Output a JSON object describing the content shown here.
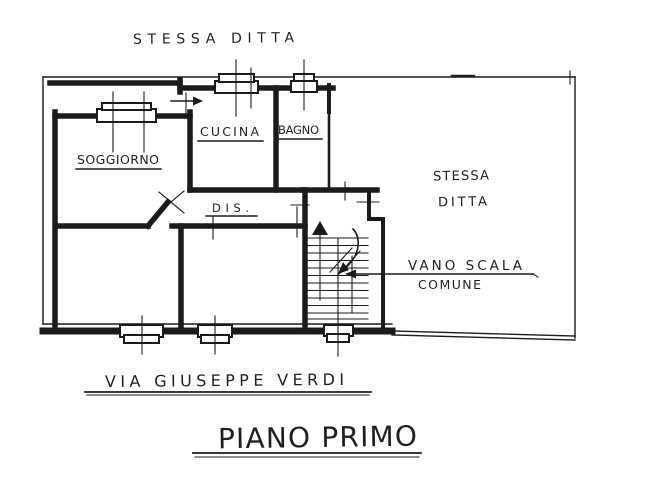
{
  "colors": {
    "ink": "#1b1b1b",
    "paper": "#ffffff"
  },
  "plan": {
    "top_annotation": "STESSA DITTA",
    "rooms": {
      "soggiorno": {
        "label": "SOGGIORNO"
      },
      "cucina": {
        "label": "CUCINA"
      },
      "bagno": {
        "label": "BAGNO"
      },
      "dis": {
        "label": "DIS."
      }
    },
    "right_area": {
      "line1": "STESSA",
      "line2": "DITTA"
    },
    "stairwell": {
      "line1": "VANO SCALA",
      "line2": "COMUNE"
    },
    "street_label": "VIA GIUSEPPE VERDI",
    "floor_title": "PIANO PRIMO"
  }
}
